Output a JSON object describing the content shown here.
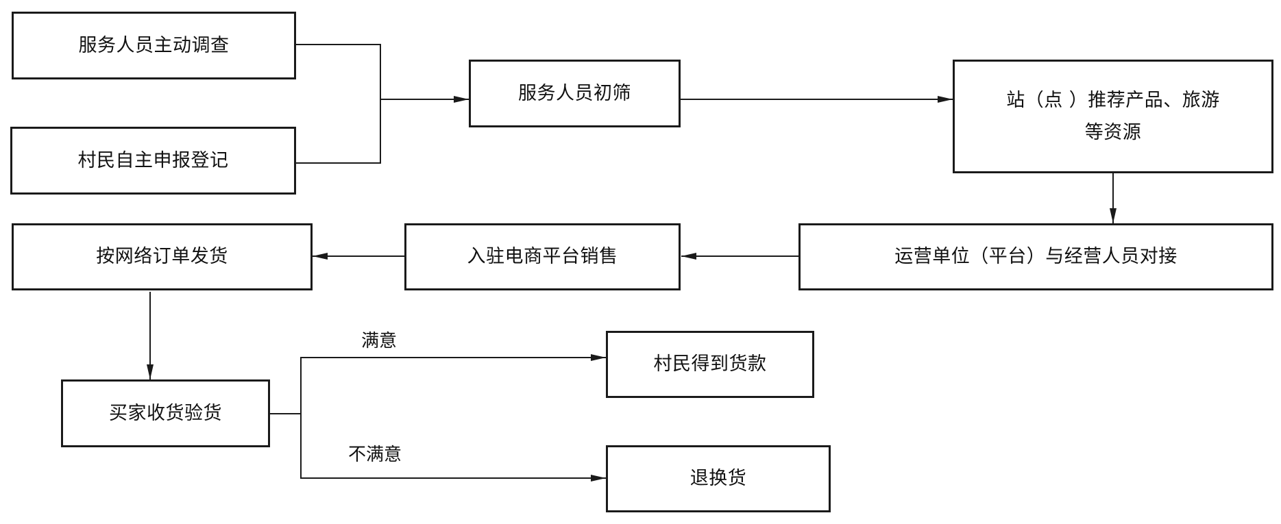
{
  "nodes": {
    "survey": "服务人员主动调查",
    "self_report": "村民自主申报登记",
    "screening": "服务人员初筛",
    "recommend_line1": "站（点 ）推荐产品、旅游",
    "recommend_line2": "等资源",
    "dock": "运营单位（平台）与经营人员对接",
    "ecommerce": "入驻电商平台销售",
    "ship": "按网络订单发货",
    "inspect": "买家收货验货",
    "payment": "村民得到货款",
    "return": "退换货"
  },
  "edge_labels": {
    "satisfied": "满意",
    "unsatisfied": "不满意"
  }
}
